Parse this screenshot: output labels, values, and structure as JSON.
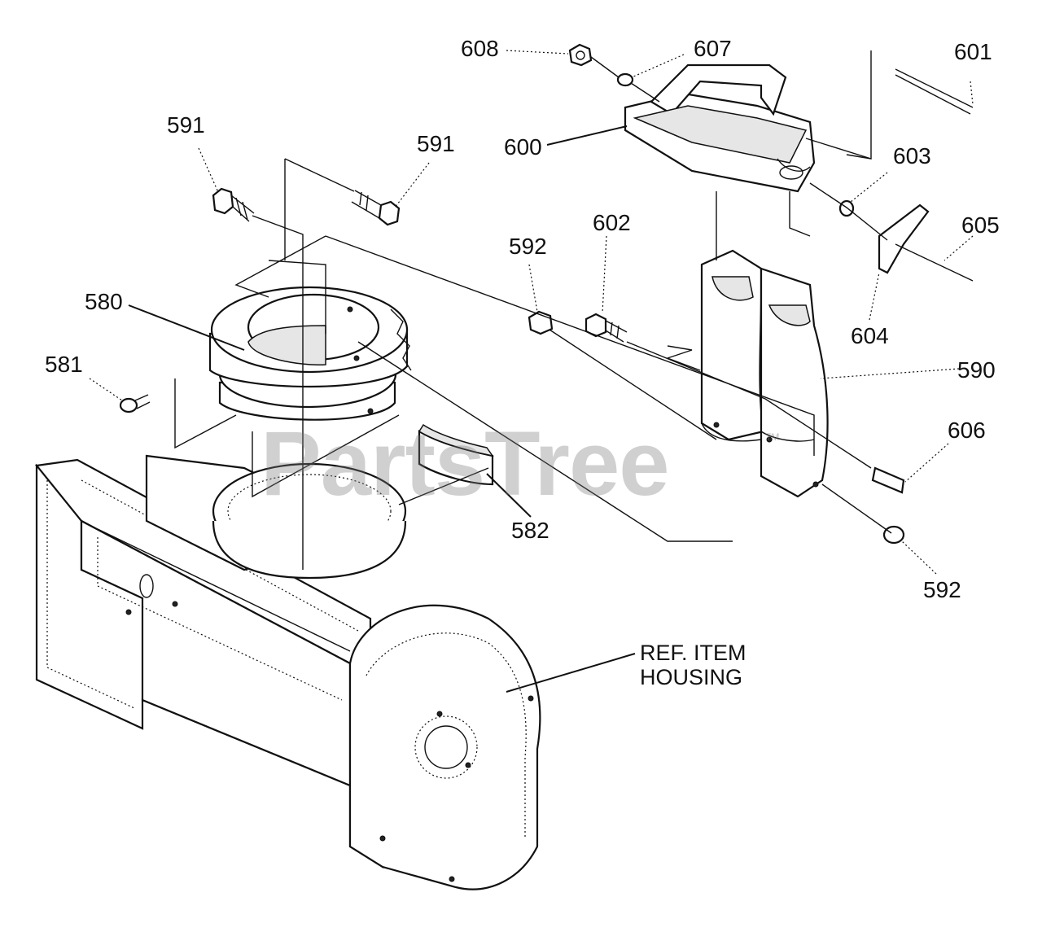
{
  "watermark": {
    "text": "PartsTree",
    "tm": "TM"
  },
  "reference": {
    "line1": "REF. ITEM",
    "line2": "HOUSING"
  },
  "parts": {
    "p608": "608",
    "p607": "607",
    "p601": "601",
    "p591a": "591",
    "p591b": "591",
    "p600": "600",
    "p603": "603",
    "p602": "602",
    "p605": "605",
    "p592a": "592",
    "p580": "580",
    "p604": "604",
    "p590": "590",
    "p581": "581",
    "p606": "606",
    "p582": "582",
    "p592b": "592"
  }
}
